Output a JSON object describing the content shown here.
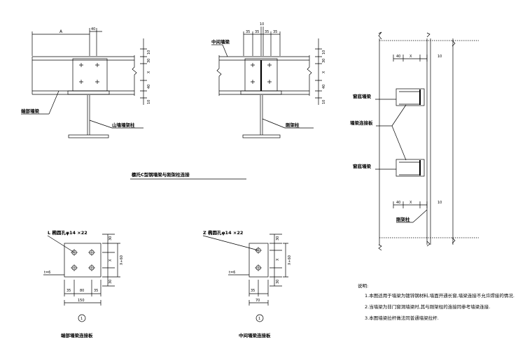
{
  "details": {
    "end_purlin_detail": {
      "dim_a": "A",
      "dim_40": "40",
      "dim_right": [
        "10",
        "30",
        "X",
        "40",
        "10"
      ],
      "label_end_purlin": "端部墙梁",
      "label_gable_column": "山墙墙架柱"
    },
    "middle_purlin_detail": {
      "dim_top": "10",
      "dim_spacing": [
        "35",
        "35",
        "35",
        "35"
      ],
      "dim_right": [
        "10",
        "30",
        "X",
        "40",
        "10"
      ],
      "label_middle_purlin": "中间墙梁",
      "label_frame_column": "刚架柱"
    },
    "section_title": "檩托C型钢墙梁与刚架柱连接",
    "end_plate": {
      "callout": "L 椭圆孔φ14 ×22",
      "thickness": "t=6",
      "dim_right": [
        "30",
        "X",
        "X+60",
        "30"
      ],
      "dim_bottom": [
        "35",
        "80",
        "35"
      ],
      "dim_total": "150",
      "marker": "1",
      "title": "端部墙梁连接板"
    },
    "middle_plate": {
      "callout": "Z 椭圆孔φ14 ×22",
      "thickness": "t=6",
      "dim_right": [
        "30",
        "X",
        "X+60",
        "30"
      ],
      "dim_bottom": [
        "35"
      ],
      "dim_total": "70",
      "marker": "1",
      "title": "中间墙梁连接板"
    },
    "elevation": {
      "dim_top": [
        "40",
        "X",
        "10"
      ],
      "dim_bottom": [
        "40",
        "X",
        "10"
      ],
      "label_window_top": "窗底墙梁",
      "label_connection_plate": "墙梁连接板",
      "label_window_bottom": "窗底墙梁",
      "label_frame_column": "刚架柱"
    }
  },
  "notes": {
    "heading": "说明:",
    "items": [
      "1.本图适用于墙梁为镀锌钢材料,墙面开通长窗,墙梁连接不允许焊接的情况.",
      "2.当墙梁为非门窗洞墙梁时,其与刚架柱的连接同参考墙梁连接.",
      "3.本图墙梁拉杆做法同普通墙梁拉杆."
    ]
  }
}
